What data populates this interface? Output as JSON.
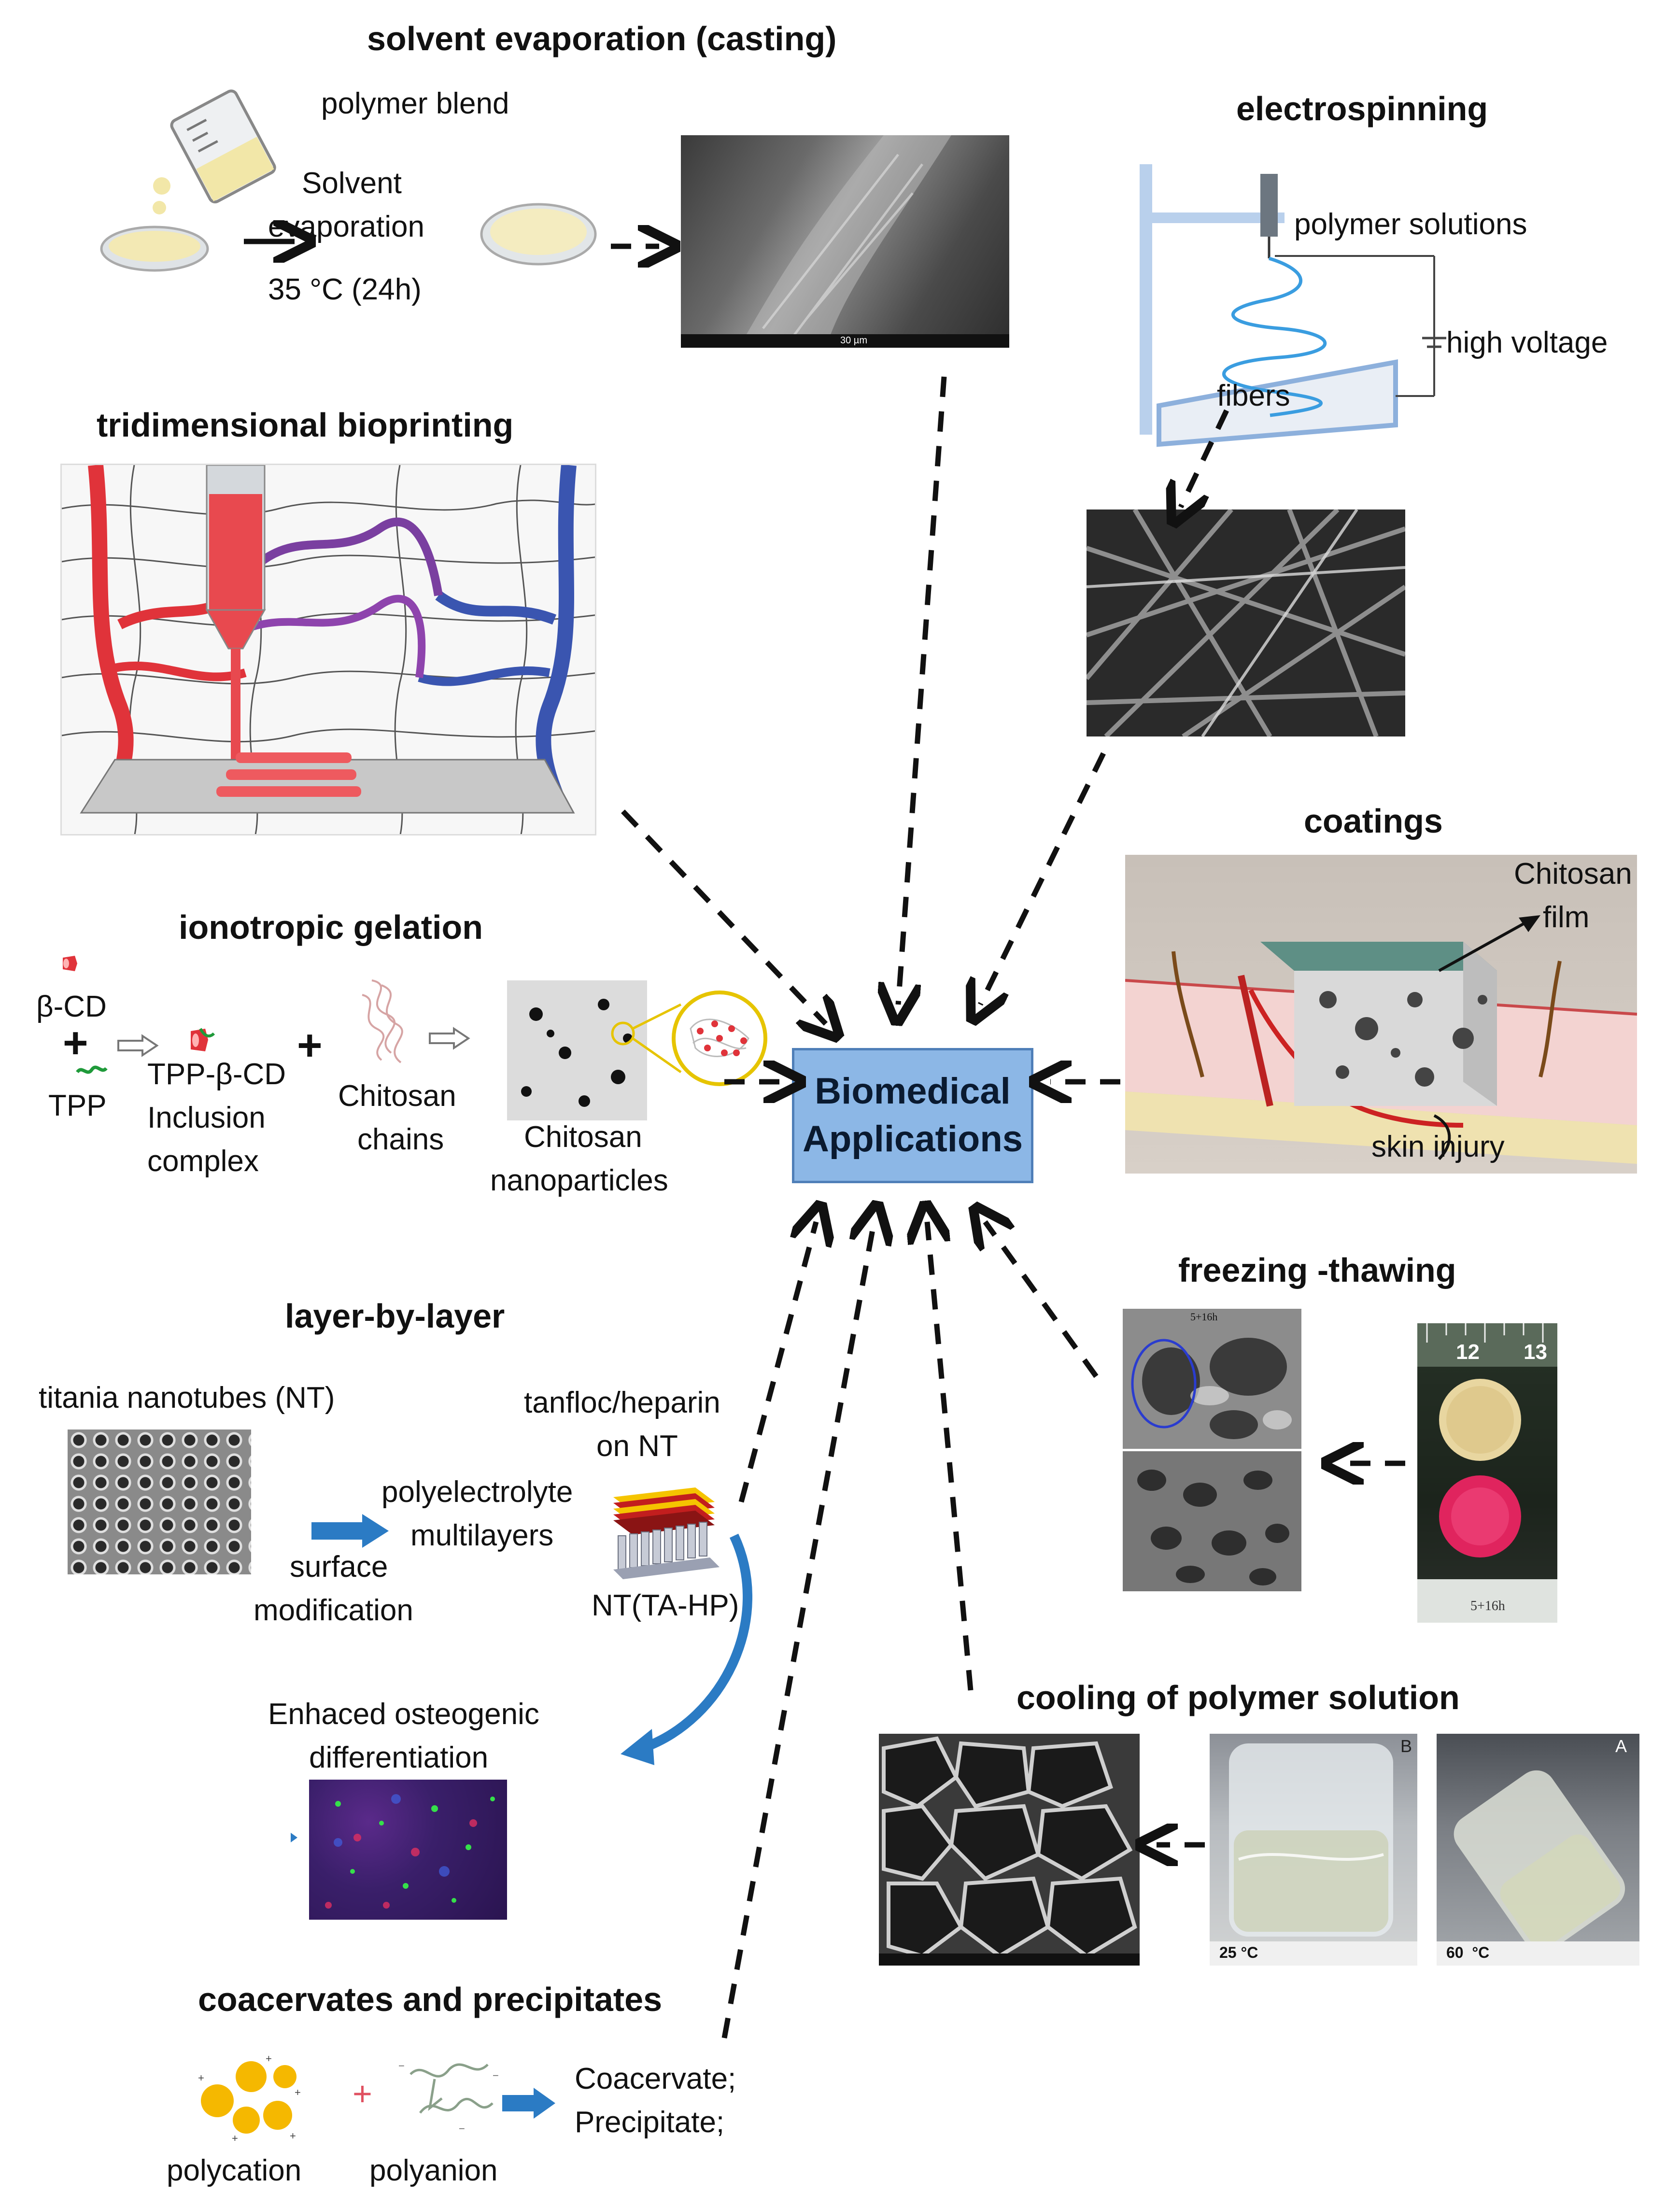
{
  "hub": {
    "line1": "Biomedical",
    "line2": "Applications",
    "fill": "#8cb7e6",
    "border": "#4f7fb8"
  },
  "sections": {
    "casting": {
      "title": "solvent evaporation (casting)",
      "polymer_blend": "polymer blend",
      "solvent": "Solvent",
      "evaporation": "evaporation",
      "condition": "35 °C (24h)",
      "scale": "30 µm"
    },
    "electrospinning": {
      "title": "electrospinning",
      "polymer_solutions": "polymer solutions",
      "high_voltage": "high voltage",
      "fibers": "fibers"
    },
    "bioprinting": {
      "title": "tridimensional bioprinting"
    },
    "coatings": {
      "title": "coatings",
      "film_line1": "Chitosan",
      "film_line2": "film",
      "skin_injury": "skin injury"
    },
    "ionotropic": {
      "title": "ionotropic gelation",
      "bcd": "β-CD",
      "plus": "+",
      "tpp": "TPP",
      "complex_line1": "TPP-β-CD",
      "complex_line2": "Inclusion",
      "complex_line3": "complex",
      "chains_line1": "Chitosan",
      "chains_line2": "chains",
      "np_line1": "Chitosan",
      "np_line2": "nanoparticles"
    },
    "freezing": {
      "title": "freezing -thawing",
      "tag": "5+16h",
      "ruler_12": "12",
      "ruler_13": "13"
    },
    "lbl": {
      "title": "layer-by-layer",
      "nt": "titania nanotubes (NT)",
      "tanfloc_line1": "tanfloc/heparin",
      "tanfloc_line2": "on NT",
      "pem_line1": "polyelectrolyte",
      "pem_line2": "multilayers",
      "surf_line1": "surface",
      "surf_line2": "modification",
      "nt_ta_hp": "NT(TA-HP)",
      "osteo_line1": "Enhaced osteogenic",
      "osteo_line2": "differentiation"
    },
    "cooling": {
      "title": "cooling of polymer solution",
      "temp_b": "25 °C",
      "temp_a": "60  °C",
      "label_b": "B",
      "label_a": "A"
    },
    "coacervates": {
      "title": "coacervates and precipitates",
      "polycation": "polycation",
      "polyanion": "polyanion",
      "plus": "+",
      "result_line1": "Coacervate;",
      "result_line2": "Precipitate;"
    }
  },
  "colors": {
    "blue_arrow": "#2b7bc4",
    "red_vessel": "#e0333a",
    "blue_vessel": "#3a55b0",
    "gold": "#f5b800",
    "pink": "#e0245e"
  }
}
